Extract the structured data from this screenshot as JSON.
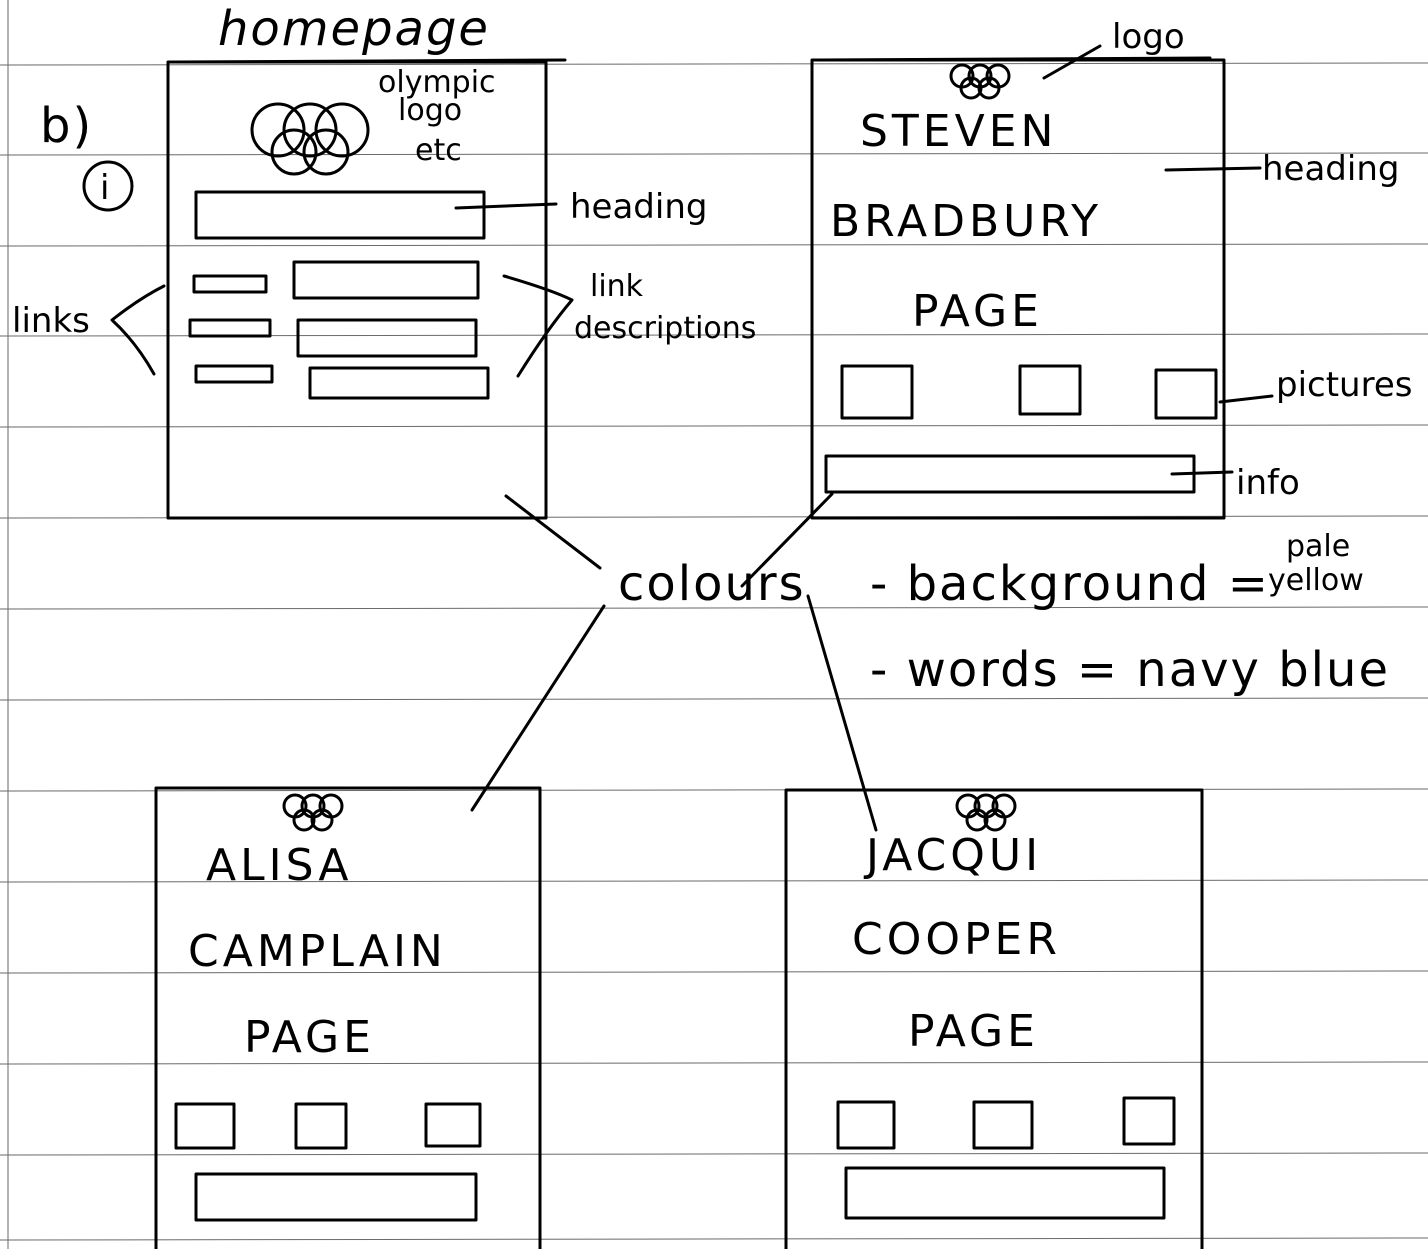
{
  "question_label": "b)",
  "part_label": "i",
  "homepage": {
    "title": "homepage",
    "logo_note": [
      "olympic",
      "logo",
      "etc"
    ],
    "heading_annotation": "heading",
    "links_annotation": "links",
    "link_descriptions_annotation": [
      "link",
      "descriptions"
    ]
  },
  "page_steven": {
    "logo_annotation": "logo",
    "title_lines": [
      "STEVEN",
      "BRADBURY",
      "PAGE"
    ],
    "heading_annotation": "heading",
    "pictures_annotation": "pictures",
    "info_annotation": "info"
  },
  "colours_note": {
    "label": "colours",
    "background_prefix": "- background =",
    "background_value": [
      "pale",
      "yellow"
    ],
    "words_line": "- words = navy blue"
  },
  "page_alisa": {
    "title_lines": [
      "ALISA",
      "CAMPLAIN",
      "PAGE"
    ]
  },
  "page_jacqui": {
    "title_lines": [
      "JACQUI",
      "COOPER",
      "PAGE"
    ]
  },
  "icons": {
    "logo": "olympic-rings-icon"
  }
}
